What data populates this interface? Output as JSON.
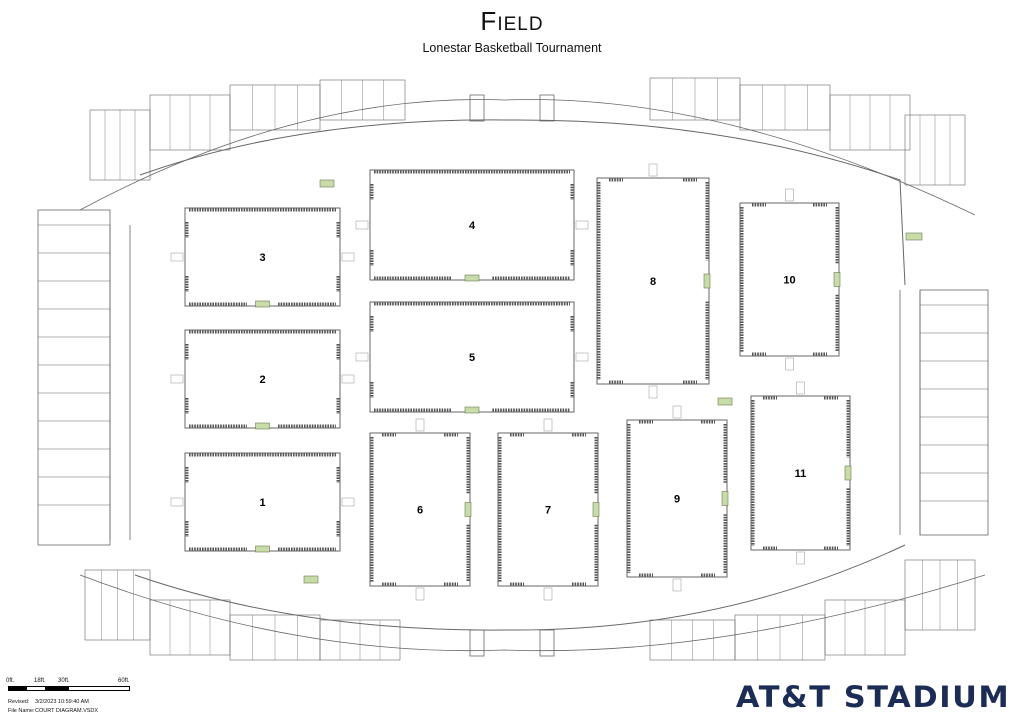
{
  "title": "Field",
  "subtitle": "Lonestar Basketball Tournament",
  "courts": [
    {
      "id": "1"
    },
    {
      "id": "2"
    },
    {
      "id": "3"
    },
    {
      "id": "4"
    },
    {
      "id": "5"
    },
    {
      "id": "6"
    },
    {
      "id": "7"
    },
    {
      "id": "8"
    },
    {
      "id": "9"
    },
    {
      "id": "10"
    },
    {
      "id": "11"
    }
  ],
  "scale_bar": {
    "labels": [
      "0ft.",
      "18ft.",
      "30ft.",
      "60ft."
    ]
  },
  "meta": {
    "revised_label": "Revised:",
    "revised_value": "3/2/2023 10:59:40 AM",
    "file_label": "File Name:",
    "file_value": "COURT DIAGRAM.VSDX"
  },
  "logo": "AT&T STADIUM",
  "colors": {
    "table": "#c8dca8",
    "line": "#555555",
    "logo": "#1b2d55"
  }
}
